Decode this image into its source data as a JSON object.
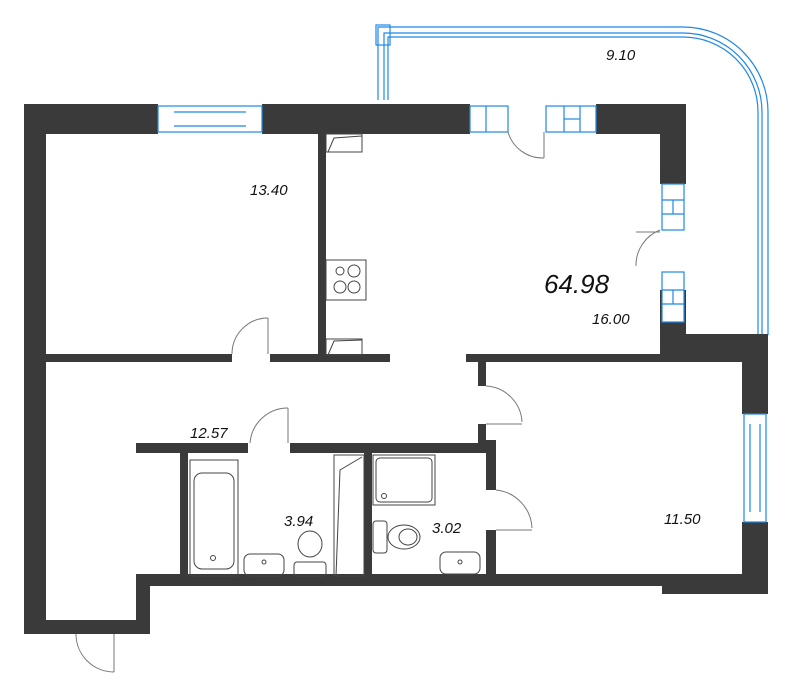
{
  "plan": {
    "total_area": "64.98",
    "rooms": [
      {
        "id": "balcony",
        "area": "9.10"
      },
      {
        "id": "bedroom-1",
        "area": "13.40"
      },
      {
        "id": "kitchen-living",
        "area": "16.00"
      },
      {
        "id": "hallway",
        "area": "12.57"
      },
      {
        "id": "bathroom",
        "area": "3.94"
      },
      {
        "id": "wc",
        "area": "3.02"
      },
      {
        "id": "bedroom-2",
        "area": "11.50"
      }
    ]
  },
  "colors": {
    "wall": "#3a3a3a",
    "window": "#1e88e5",
    "fixture": "#444444",
    "door": "#777777"
  }
}
